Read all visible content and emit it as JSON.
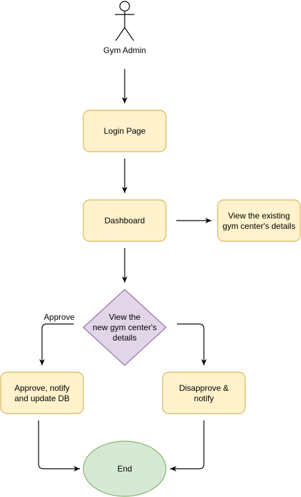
{
  "actor": {
    "label": "Gym Admin"
  },
  "nodes": {
    "login": {
      "label": "Login Page"
    },
    "dashboard": {
      "label": "Dashboard"
    },
    "existing": {
      "lines": [
        "View the existing",
        "gym center's details"
      ]
    },
    "decision": {
      "lines": [
        "View the",
        "new gym center's",
        "details"
      ]
    },
    "approve": {
      "lines": [
        "Approve, notify",
        "and update DB"
      ]
    },
    "disapprove": {
      "lines": [
        "Disapprove &",
        "notify"
      ]
    },
    "end": {
      "label": "End"
    }
  },
  "edges": {
    "approve_label": "Approve"
  },
  "colors": {
    "process_fill": "#fff2cc",
    "process_stroke": "#d6b656",
    "decision_fill": "#e1d5e7",
    "decision_stroke": "#9673a6",
    "end_fill": "#d5e8d4",
    "end_stroke": "#82b366"
  }
}
